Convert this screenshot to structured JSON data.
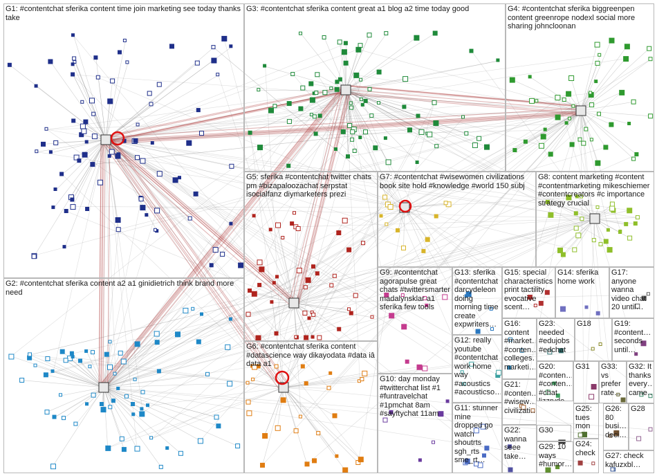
{
  "groups": [
    {
      "id": "G1",
      "label": "G1: #contentchat sferika content time join marketing see today thanks take",
      "color": "#1f2f8a"
    },
    {
      "id": "G2",
      "label": "G2: #contentchat sferika content a2 a1 ginidietrich think brand more need",
      "color": "#1e88c7"
    },
    {
      "id": "G3",
      "label": "G3: #contentchat sferika content great a1 blog a2 time today good",
      "color": "#1f8a3a"
    },
    {
      "id": "G4",
      "label": "G4: #contentchat sferika biggreenpen content greenrope nodexl social more sharing johncloonan",
      "color": "#2f9a2f"
    },
    {
      "id": "G5",
      "label": "G5: sferika #contentchat twitter chats pm #bizapaloozachat serpstat isocialfanz diymarketers prezi",
      "color": "#b0241e"
    },
    {
      "id": "G6",
      "label": "G6: #contentchat sferika content #datascience way dikayodata #data iâ data a1",
      "color": "#e07d12"
    },
    {
      "id": "G7",
      "label": "G7: #contentchat #wisewomen civilizations book site hold #knowledge #world 150 subj",
      "color": "#d8b52a"
    },
    {
      "id": "G8",
      "label": "G8: content marketing #content #contentmarketing mikeschiemer #contentcreators #c importance strategy crucial",
      "color": "#8fbf2a"
    },
    {
      "id": "G9",
      "label": "G9: #contentchat agorapulse great chats #twittersmarter madalynsklar a1 sferika few tools",
      "color": "#c43b8e"
    },
    {
      "id": "G10",
      "label": "G10: day monday #twitterchat list #1 #funtravelchat #1pmchat 8am #sayftychat 11am",
      "color": "#6a3b9e"
    },
    {
      "id": "G11",
      "label": "G11: stunner mine dropped go watch shoutrts sgh_rts sme_rt…",
      "color": "#4a6bc4"
    },
    {
      "id": "G12",
      "label": "G12: really youtube #contentchat work home way #acoustics #acousticso…",
      "color": "#3aa0a0"
    },
    {
      "id": "G13",
      "label": "G13: sferika #contentchat darcydeleon doing morning time create expwriters…",
      "color": "#2a78c0"
    },
    {
      "id": "G14",
      "label": "G14: sferika home work",
      "color": "#7070c0"
    },
    {
      "id": "G15",
      "label": "G15: special characteristics print tactility evocative scent…",
      "color": "#b03030"
    },
    {
      "id": "G16",
      "label": "G16: content #market… #conten… colleges… marketi…",
      "color": "#3080b0"
    },
    {
      "id": "G17",
      "label": "G17: anyone wanna video chat 20 until…",
      "color": "#606060"
    },
    {
      "id": "G18",
      "label": "G18",
      "color": "#8a8a2a"
    },
    {
      "id": "G19",
      "label": "G19: #content… seconds until…",
      "color": "#804080"
    },
    {
      "id": "G20",
      "label": "G20: #conten… #conten… #chat lizzryde…",
      "color": "#40a060"
    },
    {
      "id": "G21",
      "label": "G21: #conten… #wisew… civilizati…",
      "color": "#a06030"
    },
    {
      "id": "G22",
      "label": "G22: wanna seee take…",
      "color": "#5050a0"
    },
    {
      "id": "G23",
      "label": "G23: needed #edujobs #edchat",
      "color": "#307070"
    },
    {
      "id": "G24",
      "label": "G24: check",
      "color": "#a04040"
    },
    {
      "id": "G25",
      "label": "G25: tues mon",
      "color": "#507030"
    },
    {
      "id": "G26",
      "label": "G26: 80 busi… deci…",
      "color": "#705030"
    },
    {
      "id": "G27",
      "label": "G27: check kafuzxbl…",
      "color": "#305090"
    },
    {
      "id": "G28",
      "label": "G28",
      "color": "#906090"
    },
    {
      "id": "G29",
      "label": "G29: 10 ways #humor…",
      "color": "#609030"
    },
    {
      "id": "G30",
      "label": "G30",
      "color": "#303030"
    },
    {
      "id": "G31",
      "label": "G31",
      "color": "#8a3a6a"
    },
    {
      "id": "G32",
      "label": "G32: It thanks every… came…",
      "color": "#3a8a6a"
    },
    {
      "id": "G33",
      "label": "G33: vs prefer rate…",
      "color": "#6a6a3a"
    }
  ]
}
